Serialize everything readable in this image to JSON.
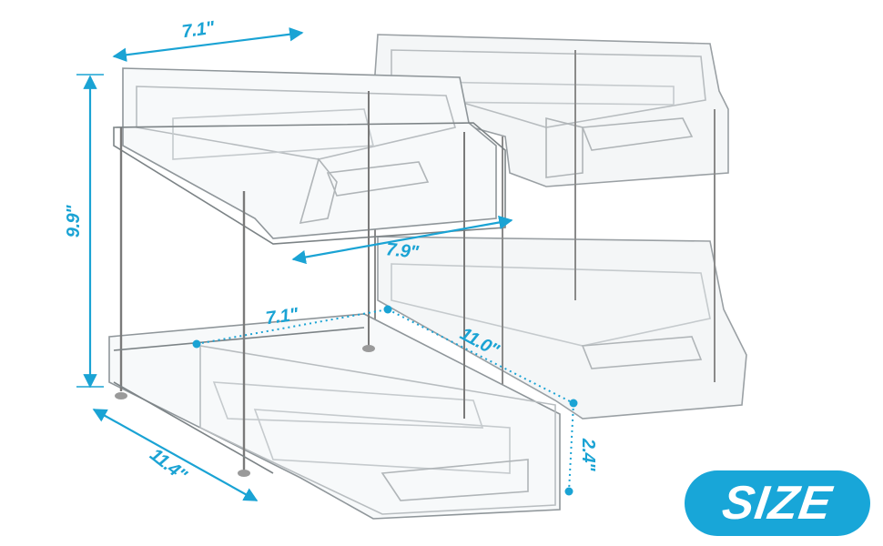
{
  "dimensions": {
    "top_width": "7.1\"",
    "height": "9.9\"",
    "shelf_width": "7.9\"",
    "drawer_width": "7.1\"",
    "drawer_depth": "11.0\"",
    "base_depth": "11.4\"",
    "drawer_height": "2.4\""
  },
  "badge": {
    "label": "SIZE"
  },
  "colors": {
    "accent": "#1aa3d4",
    "badge_bg": "#18a6d8",
    "frame": "#8a8a8a",
    "clear_plastic": "#d9dde0"
  }
}
